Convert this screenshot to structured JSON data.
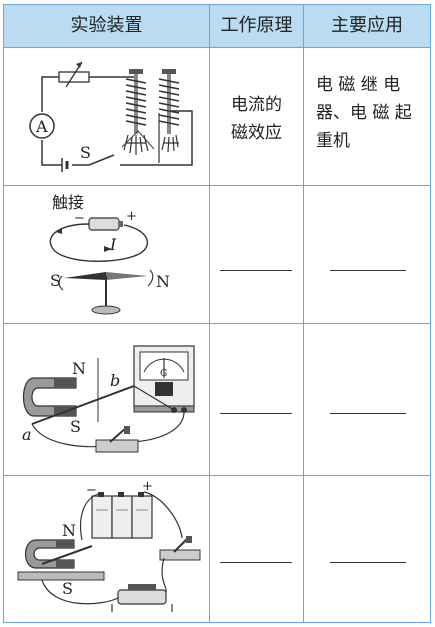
{
  "header": {
    "col1": "实验装置",
    "col2": "工作原理",
    "col3": "主要应用"
  },
  "rows": [
    {
      "figure_labels": {
        "ammeter": "A",
        "switch": "S"
      },
      "principle_lines": [
        "电流的",
        "磁效应"
      ],
      "application_lines": [
        "电 磁 继 电",
        "器、电 磁 起",
        "重机"
      ]
    },
    {
      "figure_labels": {
        "title": "触接",
        "current": "I",
        "south": "S",
        "north": "N",
        "minus": "−",
        "plus": "+"
      }
    },
    {
      "figure_labels": {
        "north": "N",
        "south": "S",
        "a": "a",
        "b": "b",
        "meter": "G"
      }
    },
    {
      "figure_labels": {
        "north": "N",
        "south": "S",
        "minus": "−",
        "plus": "+"
      }
    }
  ]
}
